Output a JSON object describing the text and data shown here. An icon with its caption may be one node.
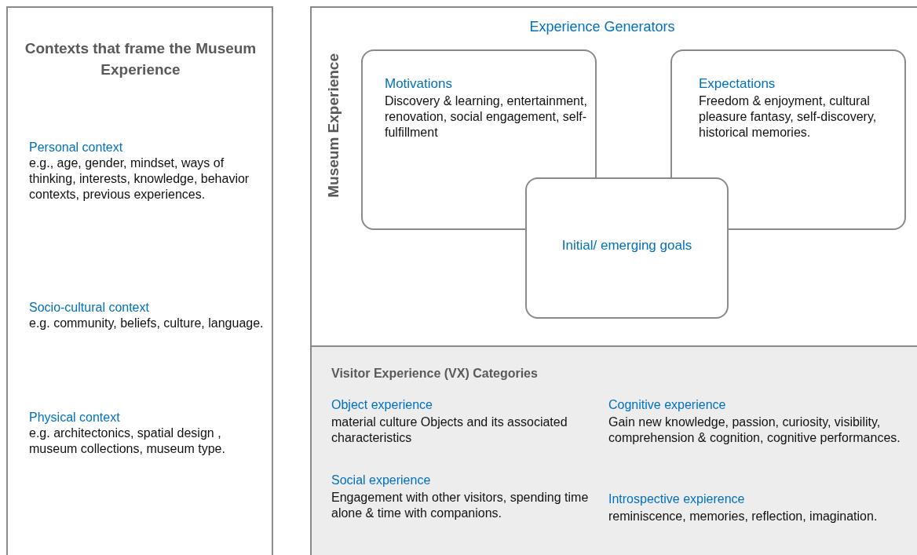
{
  "diagram": {
    "nodes": [
      {
        "text": [
          "Contexts that frame the Museum Experience",
          "Personal context",
          "e.g., age, gender, mindset, ways of thinking, interests, knowledge, behavior contexts, previous experiences.",
          "Socio-cultural context",
          "e.g. community, beliefs, culture, language.",
          "Physical context",
          "e.g. architectonics, spatial design , museum collections, museum type."
        ]
      },
      {
        "text": [
          "Museum Experience",
          "Experience Generators"
        ]
      },
      {
        "text": [
          "Motivations",
          "Discovery & learning, entertainment, renovation, social engagement, self-fulfillment"
        ],
        "in": 1
      },
      {
        "text": [
          "Expectations",
          "Freedom & enjoyment, cultural pleasure fantasy, self-discovery, historical memories."
        ],
        "in": 1
      },
      {
        "text": [
          "Initial/ emerging goals"
        ],
        "in": 1
      },
      {
        "text": [
          "Visitor Experience (VX) Categories",
          "Object experience",
          "material culture Objects and its associated characteristics",
          "Social experience",
          "Engagement with other visitors, spending time alone & time with companions.",
          "Cognitive experience",
          "Gain new knowledge, passion, curiosity, visibility, comprehension & cognition, cognitive performances.",
          "Introspective expierence",
          "reminiscence, memories, reflection, imagination."
        ]
      }
    ],
    "edges": []
  }
}
